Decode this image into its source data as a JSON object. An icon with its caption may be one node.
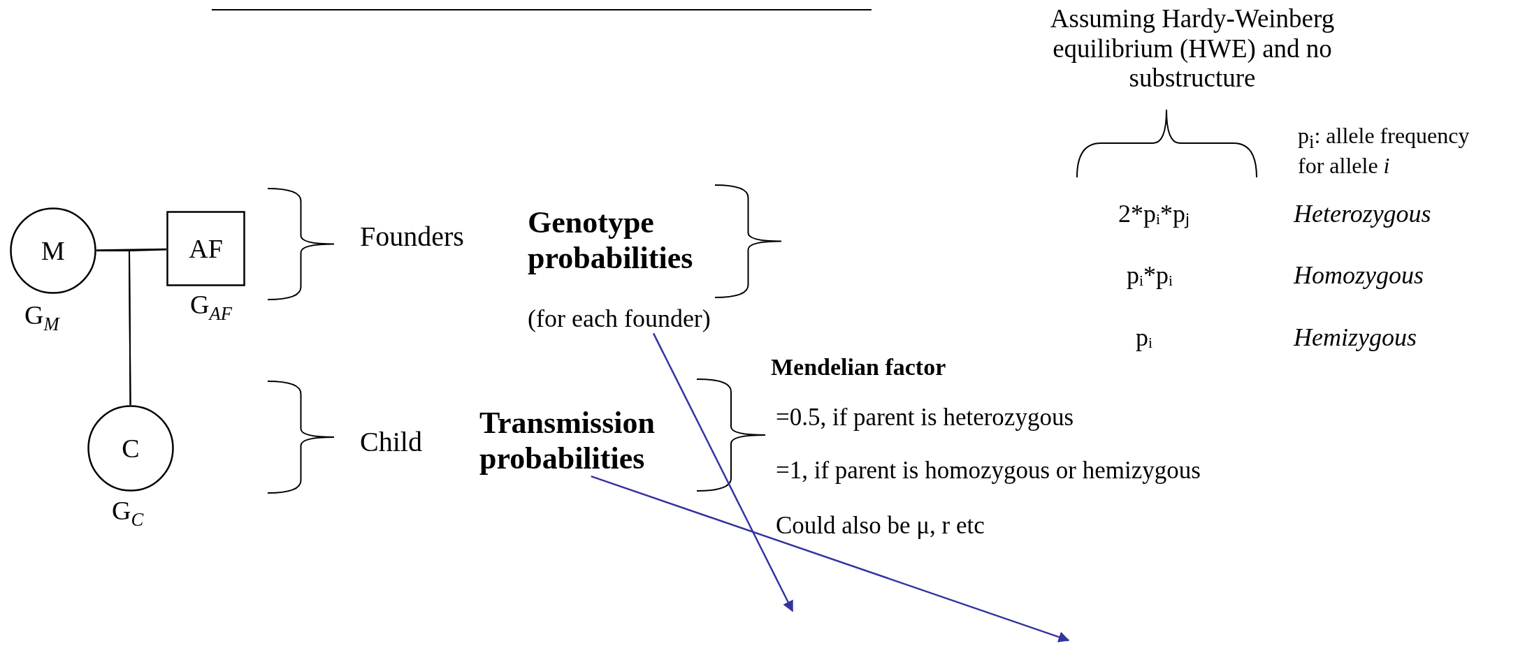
{
  "diagram": {
    "nodes": [
      {
        "text": [
          "M"
        ],
        "beside": [
          "G$_{M}$"
        ]
      },
      {
        "text": [
          "AF"
        ],
        "beside": [
          "G$_{AF}$"
        ]
      },
      {
        "text": [
          "C"
        ],
        "beside": [
          "G$_{C}$"
        ]
      },
      {
        "text": [
          "(for each founder)"
        ]
      },
      {
        "text": [
          "Transmission probabilities"
        ]
      }
    ],
    "edges": [
      {
        "from": 0,
        "to": 1,
        "arrow": "none"
      },
      {
        "from": 0,
        "to": 2,
        "arrow": "none"
      },
      {
        "from": 1,
        "to": 2,
        "arrow": "none"
      },
      {
        "from": 3,
        "to": null,
        "arrow": "to",
        "color": "#3333a0"
      },
      {
        "from": 4,
        "to": null,
        "arrow": "to",
        "color": "#3333a0"
      }
    ],
    "labels": [
      "Assuming Hardy-Weinberg equilibrium (HWE) and no substructure",
      "p$_{i}$: allele frequency for allele *i*",
      "Founders",
      "Genotype probabilities",
      "2*pᵢ*pⱼ",
      "Heterozygous",
      "pᵢ*pᵢ",
      "Homozygous",
      "pᵢ",
      "Hemizygous",
      "Mendelian factor",
      "Child",
      "=0.5, if parent is heterozygous",
      "=1, if parent is homozygous or hemizygous",
      "Could also be μ, r etc"
    ]
  }
}
